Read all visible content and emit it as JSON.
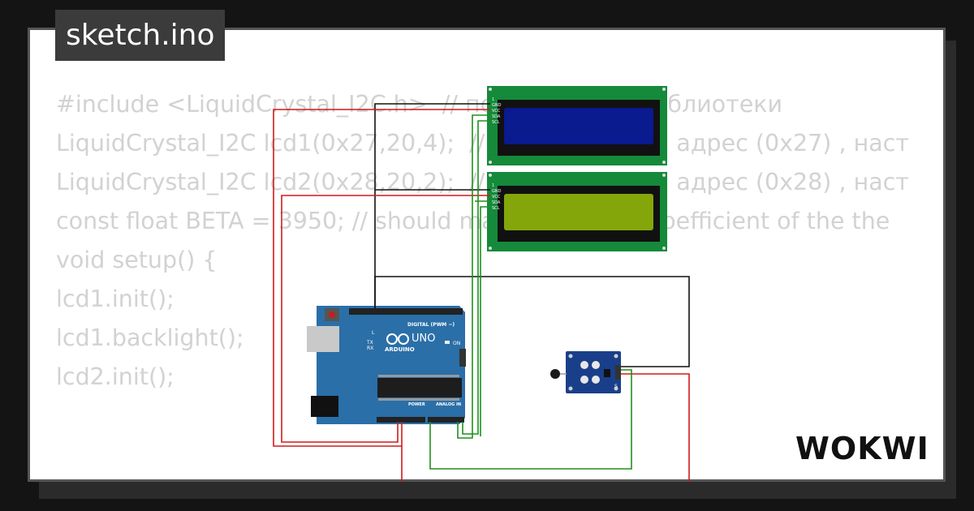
{
  "file_title": "sketch.ino",
  "code_lines": [
    "#include <LiquidCrystal_I2C.h>  // подключение библиотеки",
    "",
    "LiquidCrystal_I2C lcd1(0x27,20,4);  // дисплей (lcd1) адрес (0x27) , наст",
    "LiquidCrystal_I2C lcd2(0x28,20,2);  // дисплей (lcd2) адрес (0x28) , наст",
    "const float BETA = 3950; // should match the Beta Coefficient of the the",
    "",
    "void setup() {",
    "",
    "lcd1.init();",
    "lcd1.backlight();",
    "lcd2.init();"
  ],
  "board": {
    "name": "UNO",
    "brand": "ARDUINO",
    "digital_header": "DIGITAL (PWM ~)",
    "power_header": "POWER",
    "analog_header": "ANALOG IN",
    "on_led": "ON",
    "led_l": "L",
    "led_tx": "TX",
    "led_rx": "RX"
  },
  "lcd_top": {
    "pins": [
      "1",
      "GND",
      "VCC",
      "SDA",
      "SCL"
    ],
    "screen_color": "#0a1a8f"
  },
  "lcd_bottom": {
    "pins": [
      "1",
      "GND",
      "VCC",
      "SDA",
      "SCL"
    ],
    "screen_color": "#84a60a"
  },
  "sensor": {
    "pin_label": "S"
  },
  "wire_colors": {
    "gnd": "#111111",
    "power": "#d11a1a",
    "signal": "#1f8f1f"
  },
  "brand_logo": "WOKWI"
}
